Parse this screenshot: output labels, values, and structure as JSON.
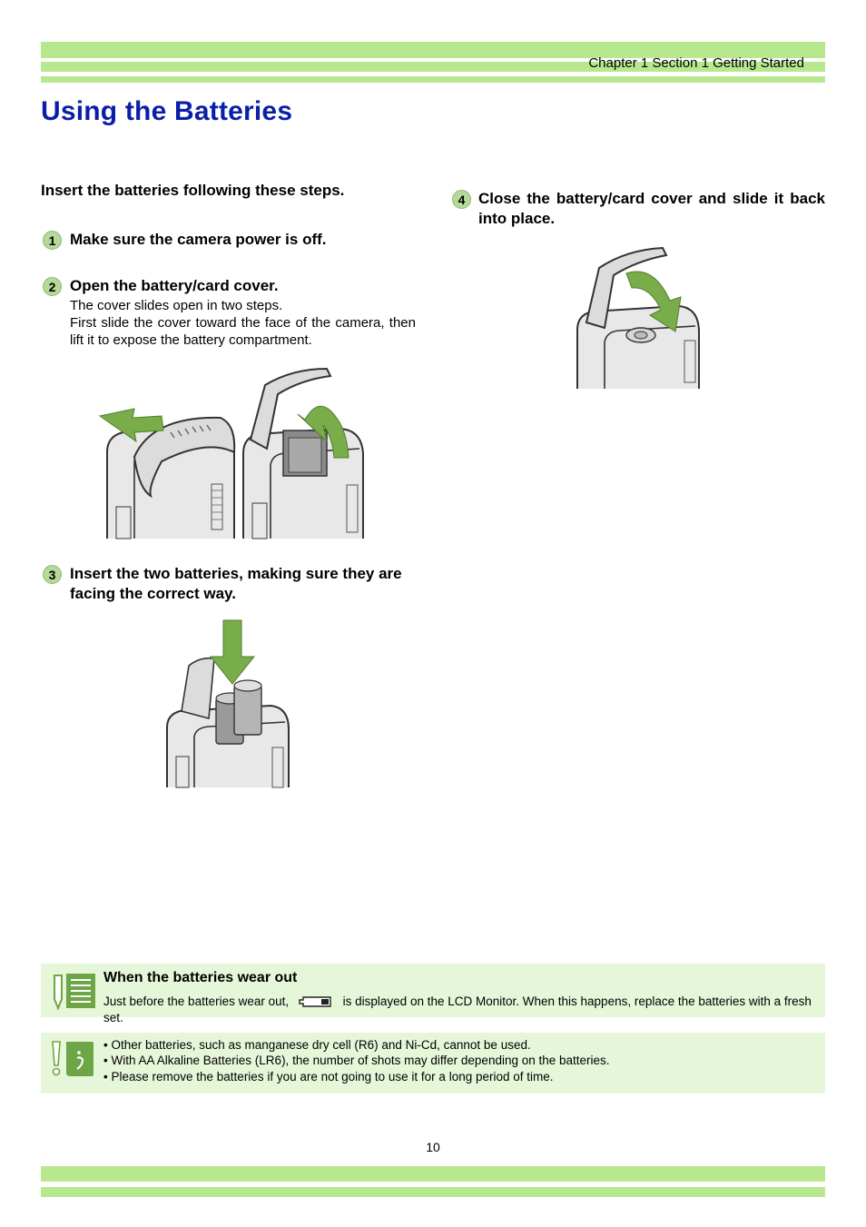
{
  "header": {
    "chapter": "Chapter 1 Section 1 Getting Started",
    "colors": {
      "band": "#b8e88e",
      "title": "#0a1fa8",
      "note_bg": "#e6f6d8",
      "step_badge": "#b6d99a",
      "arrow": "#79ad4a"
    }
  },
  "title": "Using the Batteries",
  "intro": "Insert the batteries following these steps.",
  "steps": [
    {
      "num": "1",
      "heading": "Make sure the camera power is off."
    },
    {
      "num": "2",
      "heading": "Open the battery/card cover.",
      "body": [
        "The cover slides open in two steps.",
        "First slide the cover toward the face of the camera, then lift it to expose the battery compartment."
      ]
    },
    {
      "num": "3",
      "heading": "Insert the two batteries, making sure they are facing the correct way."
    },
    {
      "num": "4",
      "heading": "Close the battery/card cover and slide it back into place."
    }
  ],
  "note": {
    "icon": "memo-icon",
    "title": "When the batteries wear out",
    "text_before": "Just before the batteries wear out,",
    "battery_icon": "battery-low-icon",
    "text_after": "is displayed on the LCD Monitor. When this happens, replace the batteries with a fresh set."
  },
  "caution": {
    "icon": "caution-icon",
    "items": [
      "• Other batteries, such as manganese dry cell (R6) and Ni-Cd, cannot be used.",
      "• With AA Alkaline Batteries (LR6), the number of shots may differ depending on the batteries.",
      "• Please remove the batteries if you are not going to use it for a long period of time."
    ]
  },
  "page_number": "10"
}
